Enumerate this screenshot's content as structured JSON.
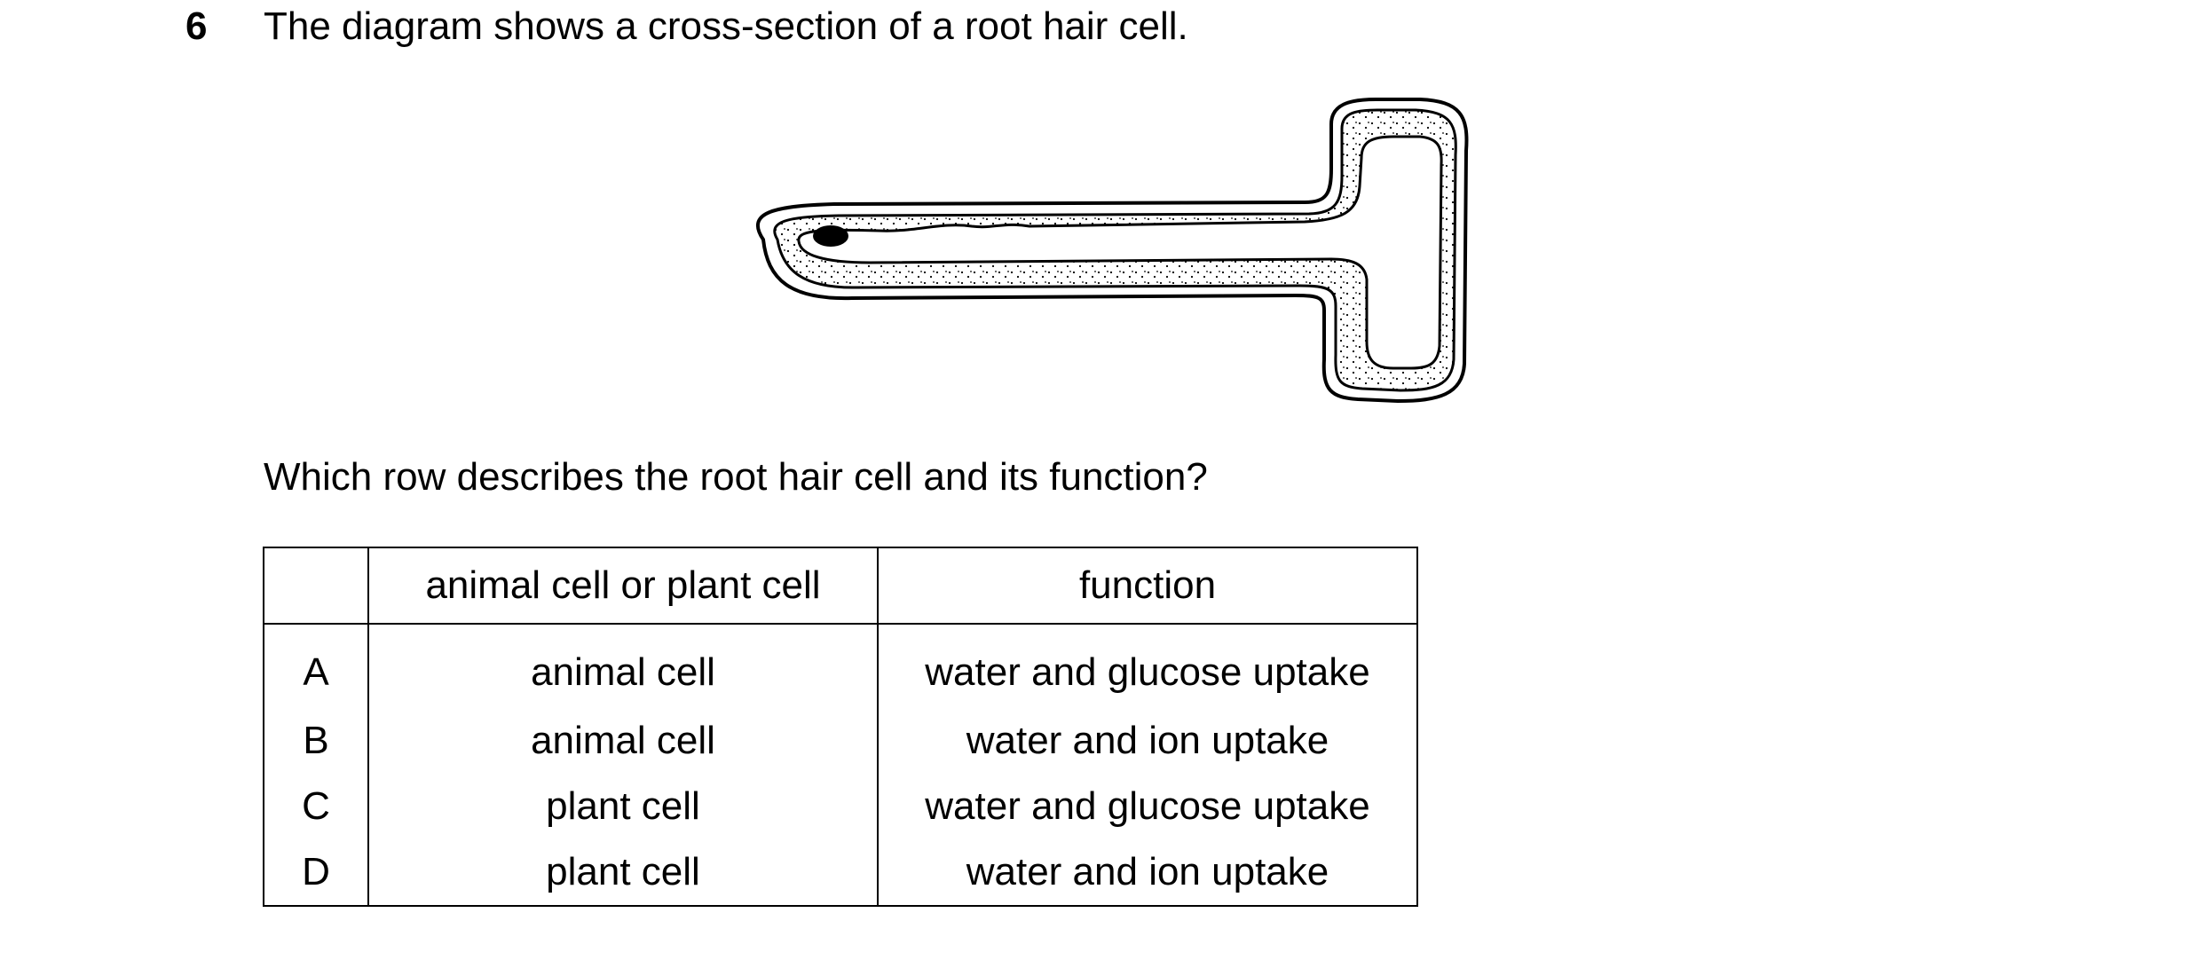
{
  "question": {
    "number": "6",
    "stem": "The diagram shows a cross-section of a root hair cell.",
    "prompt": "Which row describes the root hair cell and its function?"
  },
  "table": {
    "headers": [
      "",
      "animal cell or plant cell",
      "function"
    ],
    "rows": [
      {
        "letter": "A",
        "cell_type": "animal cell",
        "function": "water and glucose uptake"
      },
      {
        "letter": "B",
        "cell_type": "animal cell",
        "function": "water and ion uptake"
      },
      {
        "letter": "C",
        "cell_type": "plant cell",
        "function": "water and glucose uptake"
      },
      {
        "letter": "D",
        "cell_type": "plant cell",
        "function": "water and ion uptake"
      }
    ]
  }
}
